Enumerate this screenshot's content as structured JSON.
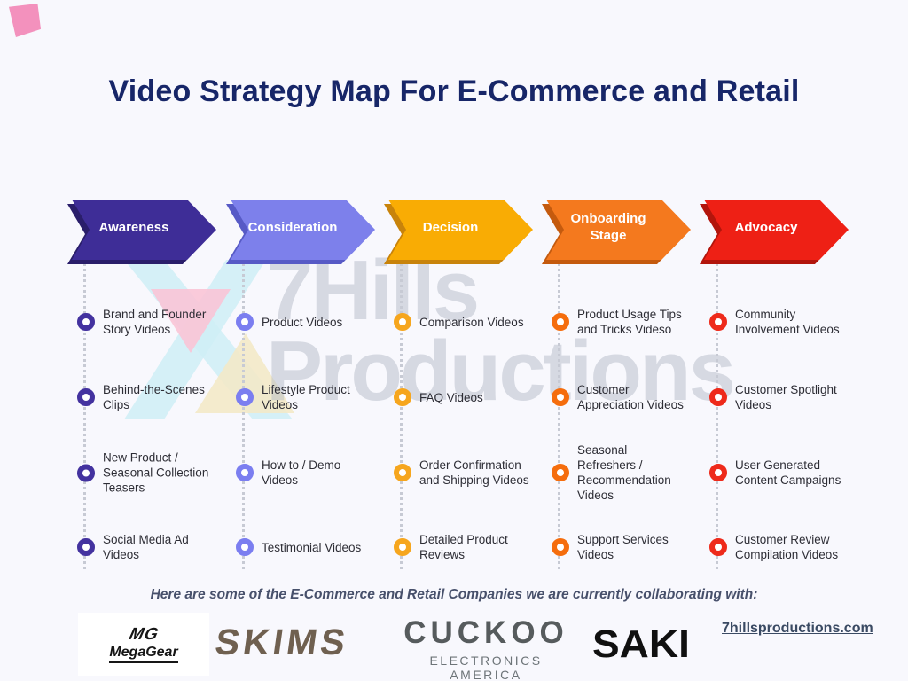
{
  "page": {
    "title": "Video Strategy Map For E-Commerce and Retail"
  },
  "watermark": {
    "line1": "7Hills",
    "line2": "Productions"
  },
  "colors": {
    "background": "#f8f8fd",
    "title": "#172668",
    "watermark_gray": "#d3d7df",
    "pastel_pink": "#fac4d6",
    "pastel_cyan": "#cfeef6",
    "pastel_yellow": "#f3e9c8",
    "corner_pink": "#f391bd"
  },
  "columns": [
    {
      "label": "Awareness",
      "arrow_color": "#3e2d97",
      "arrow_shadow": "#2a1e6a",
      "bullet_color": "#43329f",
      "items": [
        "Brand and Founder Story Videos",
        "Behind-the-Scenes Clips",
        "New Product / Seasonal Collection Teasers",
        "Social Media Ad Videos"
      ]
    },
    {
      "label": "Consideration",
      "arrow_color": "#7d80eb",
      "arrow_shadow": "#575ac6",
      "bullet_color": "#7b7ef0",
      "items": [
        "Product Videos",
        "Lifestyle Product Videos",
        "How to / Demo Videos",
        "Testimonial Videos"
      ]
    },
    {
      "label": "Decision",
      "arrow_color": "#f9ac04",
      "arrow_shadow": "#c8830b",
      "bullet_color": "#f6a61e",
      "items": [
        "Comparison Videos",
        "FAQ Videos",
        "Order Confirmation and Shipping Videos",
        "Detailed Product Reviews"
      ]
    },
    {
      "label": "Onboarding Stage",
      "arrow_color": "#f4791e",
      "arrow_shadow": "#c45a0e",
      "bullet_color": "#f56d0d",
      "items": [
        "Product Usage Tips and Tricks Videso",
        "Customer Appreciation Videos",
        "Seasonal Refreshers / Recommendation Videos",
        "Support Services Videos"
      ]
    },
    {
      "label": "Advocacy",
      "arrow_color": "#ee2015",
      "arrow_shadow": "#b2150c",
      "bullet_color": "#ee2a1b",
      "items": [
        "Community Involvement Videos",
        "Customer Spotlight Videos",
        "User Generated Content Campaigns",
        "Customer Review Compilation Videos"
      ]
    }
  ],
  "footer": {
    "note": "Here are some of the E-Commerce and Retail Companies we are currently collaborating with:",
    "website": "7hillsproductions.com"
  },
  "partners": {
    "megagear": {
      "mark": "MG",
      "name": "MegaGear"
    },
    "skims": {
      "name": "SKIMS"
    },
    "cuckoo": {
      "name": "CUCKOO",
      "subtitle": "ELECTRONICS AMERICA"
    },
    "saki": {
      "name": "SAKI"
    }
  }
}
